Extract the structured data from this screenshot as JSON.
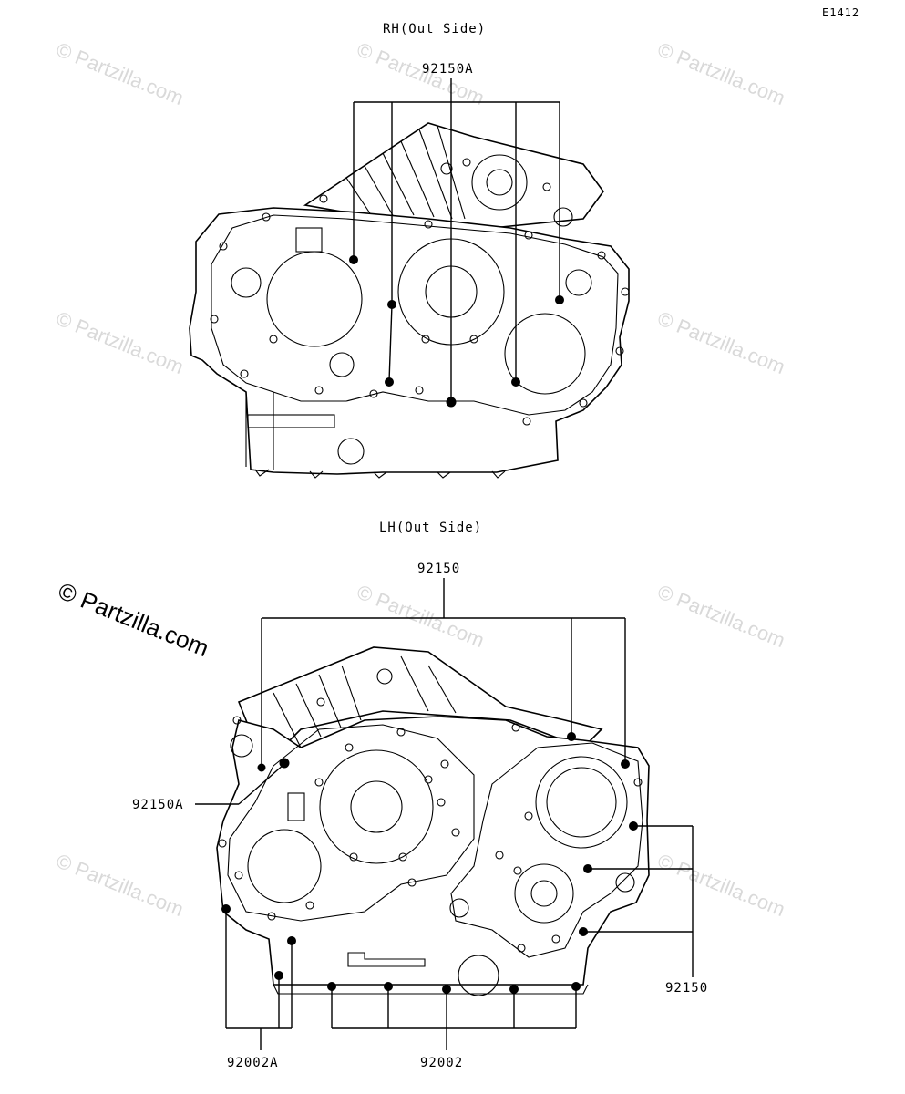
{
  "diagram_id": "E1412",
  "top_view": {
    "title": "RH(Out Side)",
    "callout": "92150A"
  },
  "bottom_view": {
    "title": "LH(Out Side)",
    "callouts": {
      "top": "92150",
      "left": "92150A",
      "right": "92150",
      "bottom_left": "92002A",
      "bottom_center": "92002"
    }
  },
  "watermark": "© Partzilla.com",
  "watermark_large": "© Partzilla.com"
}
